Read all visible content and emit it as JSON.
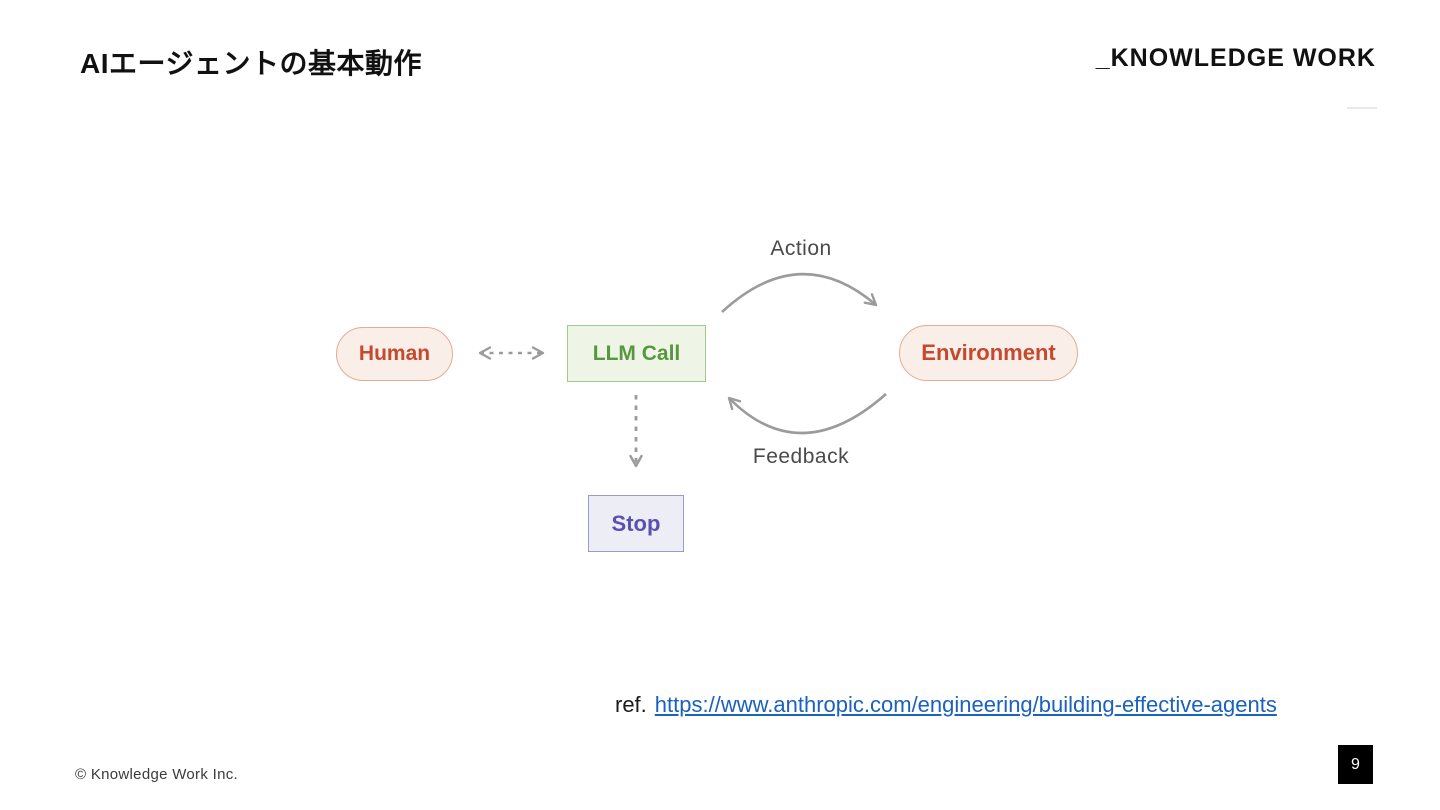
{
  "header": {
    "title": "AIエージェントの基本動作",
    "logo": "_KNOWLEDGE WORK"
  },
  "diagram": {
    "nodes": {
      "human": {
        "label": "Human"
      },
      "llm_call": {
        "label": "LLM Call"
      },
      "environment": {
        "label": "Environment"
      },
      "stop": {
        "label": "Stop"
      }
    },
    "edge_labels": {
      "action": "Action",
      "feedback": "Feedback"
    },
    "colors": {
      "human_env_text": "#c4492f",
      "human_env_bg": "#faeee8",
      "human_env_border": "#e5ab94",
      "llm_text": "#57973d",
      "llm_bg": "#eef5e6",
      "llm_border": "#a3c88d",
      "stop_text": "#5a52ae",
      "stop_bg": "#ededf6",
      "stop_border": "#9d9bcd",
      "arrow": "#9b9b9b",
      "edge_label_text": "#4a4a4a"
    }
  },
  "reference": {
    "prefix": "ref.",
    "link_text": "https://www.anthropic.com/engineering/building-effective-agents",
    "link_color": "#1a61c0"
  },
  "footer": {
    "copyright": "© Knowledge Work Inc.",
    "page_number": "9"
  }
}
